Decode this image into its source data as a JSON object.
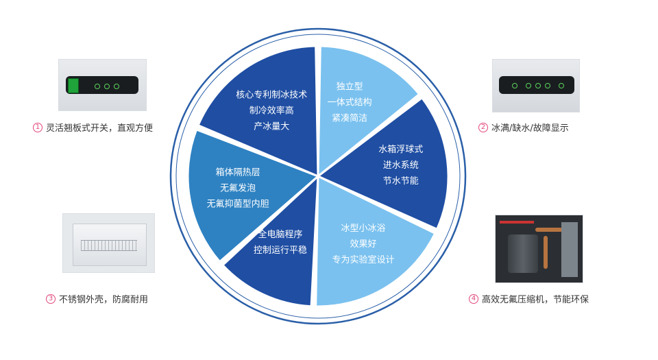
{
  "colors": {
    "dark_blue": "#1f4ea3",
    "mid_blue": "#2e82c2",
    "light_blue": "#7ac1ef",
    "ring": "#2a5fa8",
    "number_pink": "#e2467d"
  },
  "wheel": {
    "segments": [
      {
        "lines": [
          "独立型",
          "一体式结构",
          "紧凑简洁"
        ],
        "color": "light"
      },
      {
        "lines": [
          "水箱浮球式",
          "进水系统",
          "节水节能"
        ],
        "color": "dark"
      },
      {
        "lines": [
          "冰型小冰浴",
          "效果好",
          "专为实验室设计"
        ],
        "color": "light"
      },
      {
        "lines": [
          "全电脑程序",
          "控制运行平稳"
        ],
        "color": "dark"
      },
      {
        "lines": [
          "箱体隔热层",
          "无氟发泡",
          "无氟抑菌型内胆"
        ],
        "color": "mid"
      },
      {
        "lines": [
          "核心专利制冰技术",
          "制冷效率高",
          "产冰量大"
        ],
        "color": "dark"
      }
    ]
  },
  "features": [
    {
      "num": "1",
      "text": "灵活翘板式开关，直观方便",
      "photo": "rocker-switch-panel-photo"
    },
    {
      "num": "2",
      "text": "冰满/缺水/故障显示",
      "photo": "indicator-panel-photo"
    },
    {
      "num": "3",
      "text": "不锈钢外壳，防腐耐用",
      "photo": "stainless-interior-photo"
    },
    {
      "num": "4",
      "text": "高效无氟压缩机，节能环保",
      "photo": "compressor-photo"
    }
  ]
}
